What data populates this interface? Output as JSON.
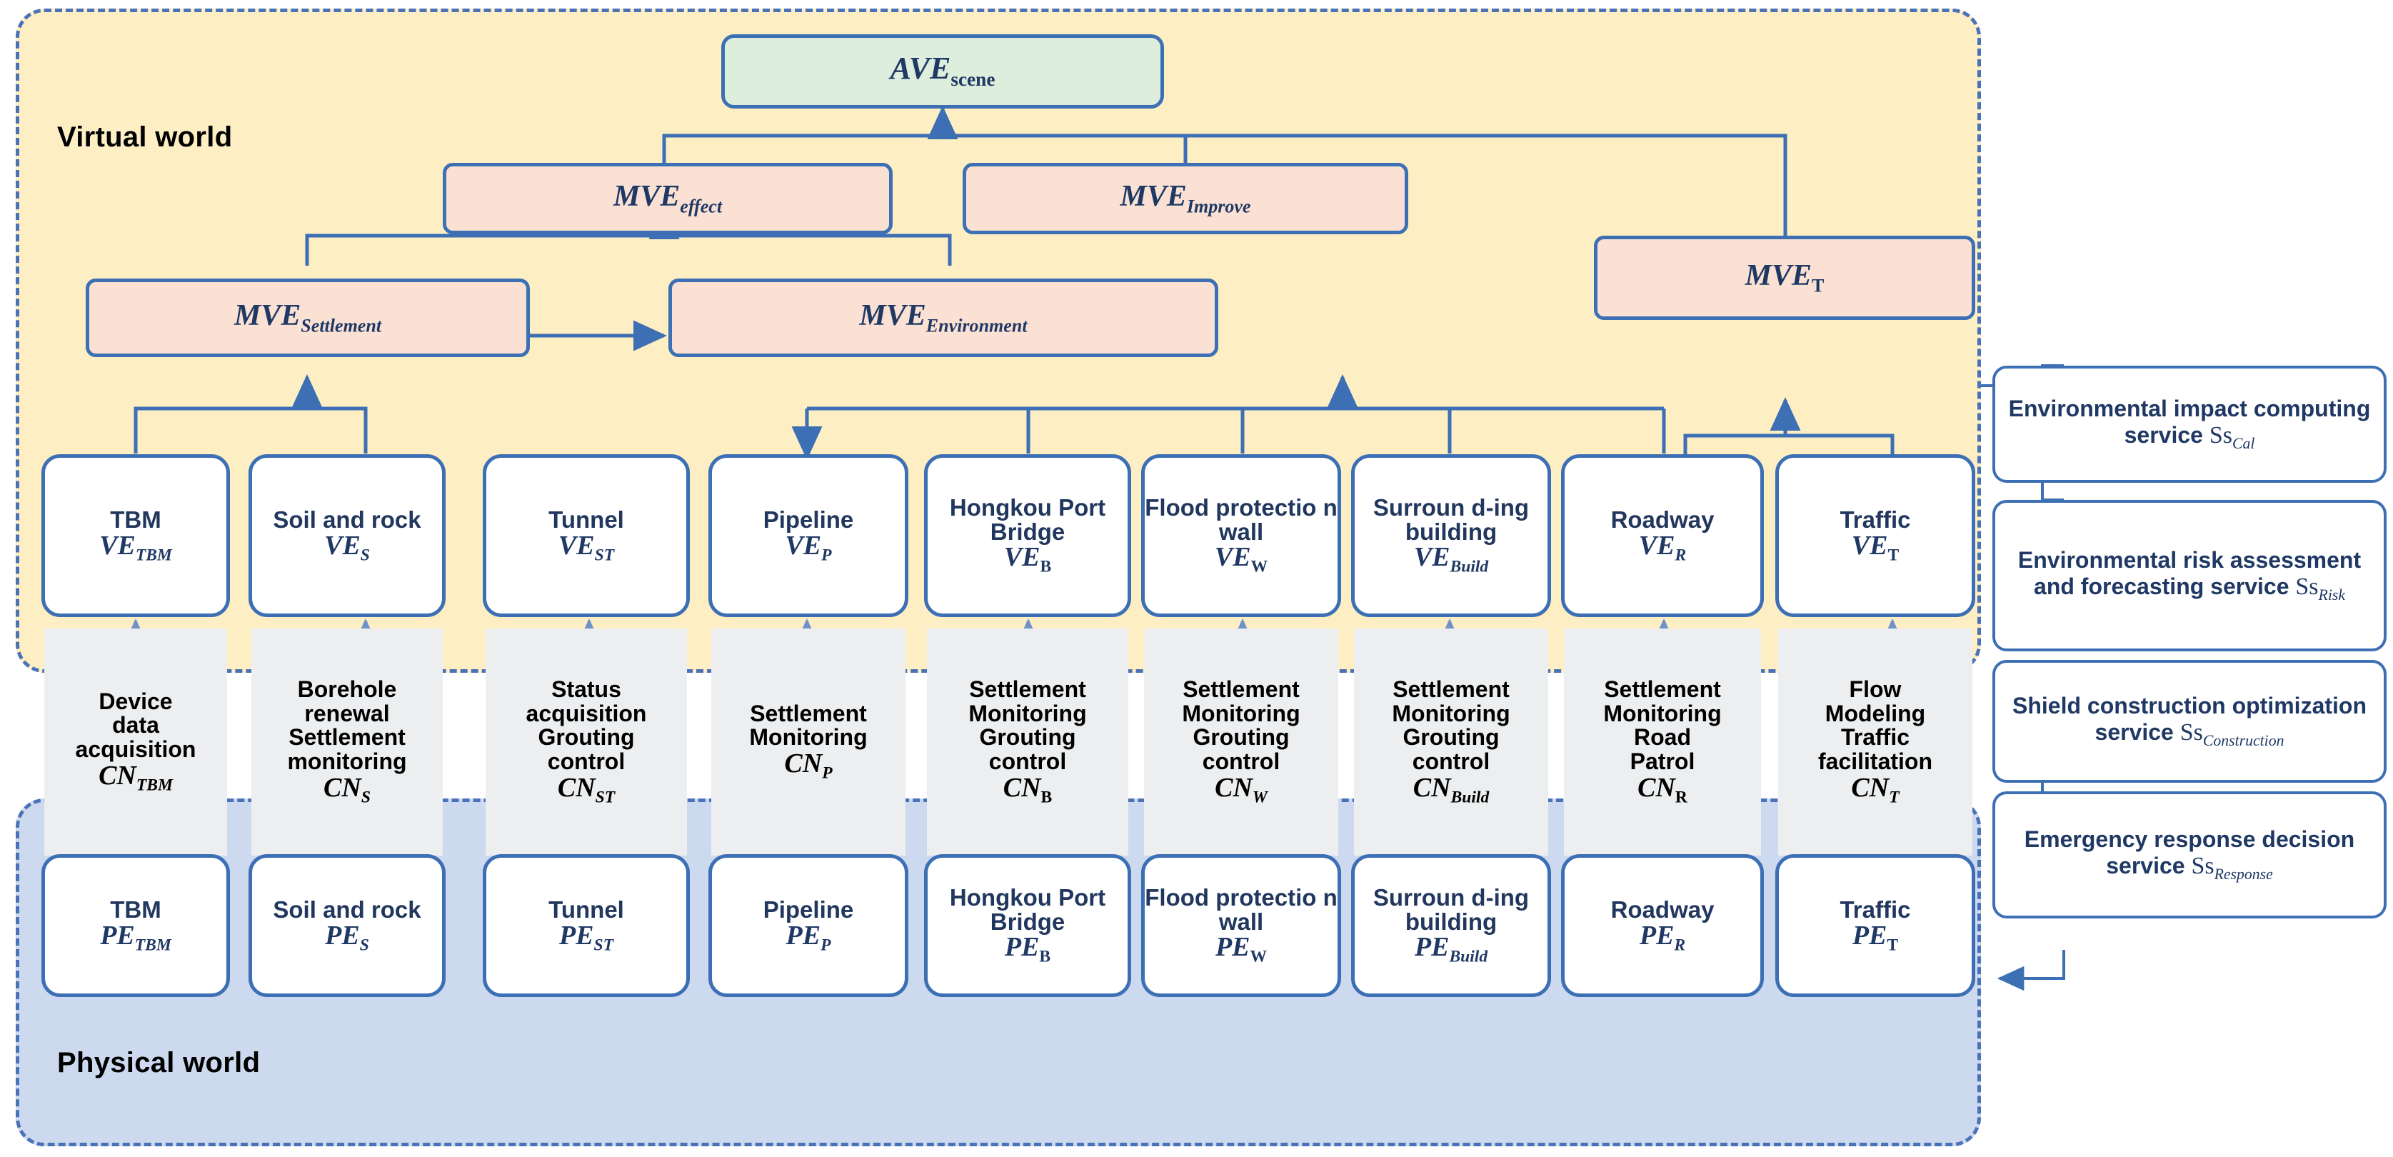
{
  "worlds": {
    "virtual_label": "Virtual world",
    "physical_label": "Physical world"
  },
  "colors": {
    "virtual_bg": "#fdeec4",
    "physical_bg": "#ccd9ef",
    "border_blue": "#3d6fb4",
    "ave_bg": "#ddeedd",
    "mve_bg": "#fae1d4",
    "node_bg": "#ffffff",
    "cn_bg": "#eceef0",
    "text_navy": "#1f3864"
  },
  "top": {
    "ave": {
      "base": "AVE",
      "sub": "scene",
      "sub_style": "upright"
    }
  },
  "mve_row1": [
    {
      "base": "MVE",
      "sub": "effect",
      "sub_style": "italic"
    },
    {
      "base": "MVE",
      "sub": "Improve",
      "sub_style": "italic"
    }
  ],
  "mve_row2": [
    {
      "base": "MVE",
      "sub": "Settlement",
      "sub_style": "italic"
    },
    {
      "base": "MVE",
      "sub": "Environment",
      "sub_style": "italic"
    },
    {
      "base": "MVE",
      "sub": "T",
      "sub_style": "upright"
    }
  ],
  "columns": [
    {
      "ve_title": "TBM",
      "ve_sym": {
        "base": "VE",
        "sub": "TBM",
        "sub_style": "italic"
      },
      "cn_lines": [
        "Device",
        "data",
        "acquisition"
      ],
      "cn_sym": {
        "base": "CN",
        "sub": "TBM",
        "sub_style": "italic"
      },
      "pe_title": "TBM",
      "pe_sym": {
        "base": "PE",
        "sub": "TBM",
        "sub_style": "italic"
      }
    },
    {
      "ve_title": "Soil and rock",
      "ve_sym": {
        "base": "VE",
        "sub": "S",
        "sub_style": "italic"
      },
      "cn_lines": [
        "Borehole",
        "renewal",
        "Settlement",
        "monitoring"
      ],
      "cn_sym": {
        "base": "CN",
        "sub": "S",
        "sub_style": "italic"
      },
      "pe_title": "Soil and rock",
      "pe_sym": {
        "base": "PE",
        "sub": "S",
        "sub_style": "italic"
      }
    },
    {
      "ve_title": "Tunnel",
      "ve_sym": {
        "base": "VE",
        "sub": "ST",
        "sub_style": "italic"
      },
      "cn_lines": [
        "Status",
        "acquisition",
        "Grouting",
        "control"
      ],
      "cn_sym": {
        "base": "CN",
        "sub": "ST",
        "sub_style": "italic"
      },
      "pe_title": "Tunnel",
      "pe_sym": {
        "base": "PE",
        "sub": "ST",
        "sub_style": "italic"
      }
    },
    {
      "ve_title": "Pipeline",
      "ve_sym": {
        "base": "VE",
        "sub": "P",
        "sub_style": "italic"
      },
      "cn_lines": [
        "Settlement",
        "Monitoring"
      ],
      "cn_sym": {
        "base": "CN",
        "sub": "P",
        "sub_style": "italic"
      },
      "pe_title": "Pipeline",
      "pe_sym": {
        "base": "PE",
        "sub": "P",
        "sub_style": "italic"
      }
    },
    {
      "ve_title": "Hongkou Port Bridge",
      "ve_sym": {
        "base": "VE",
        "sub": "B",
        "sub_style": "upright"
      },
      "cn_lines": [
        "Settlement",
        "Monitoring",
        "Grouting",
        "control"
      ],
      "cn_sym": {
        "base": "CN",
        "sub": "B",
        "sub_style": "upright"
      },
      "pe_title": "Hongkou Port Bridge",
      "pe_sym": {
        "base": "PE",
        "sub": "B",
        "sub_style": "upright"
      }
    },
    {
      "ve_title": "Flood protectio n wall",
      "ve_sym": {
        "base": "VE",
        "sub": "W",
        "sub_style": "upright"
      },
      "cn_lines": [
        "Settlement",
        "Monitoring",
        "Grouting",
        "control"
      ],
      "cn_sym": {
        "base": "CN",
        "sub": "W",
        "sub_style": "italic"
      },
      "pe_title": "Flood protectio n wall",
      "pe_sym": {
        "base": "PE",
        "sub": "W",
        "sub_style": "upright"
      }
    },
    {
      "ve_title": "Surroun d-ing building",
      "ve_sym": {
        "base": "VE",
        "sub": "Build",
        "sub_style": "italic"
      },
      "cn_lines": [
        "Settlement",
        "Monitoring",
        "Grouting",
        "control"
      ],
      "cn_sym": {
        "base": "CN",
        "sub": "Build",
        "sub_style": "italic"
      },
      "pe_title": "Surroun d-ing building",
      "pe_sym": {
        "base": "PE",
        "sub": "Build",
        "sub_style": "italic"
      }
    },
    {
      "ve_title": "Roadway",
      "ve_sym": {
        "base": "VE",
        "sub": "R",
        "sub_style": "italic"
      },
      "cn_lines": [
        "Settlement",
        "Monitoring",
        "Road",
        "Patrol"
      ],
      "cn_sym": {
        "base": "CN",
        "sub": "R",
        "sub_style": "upright"
      },
      "pe_title": "Roadway",
      "pe_sym": {
        "base": "PE",
        "sub": "R",
        "sub_style": "italic"
      }
    },
    {
      "ve_title": "Traffic",
      "ve_sym": {
        "base": "VE",
        "sub": "T",
        "sub_style": "upright"
      },
      "cn_lines": [
        "Flow",
        "Modeling",
        "Traffic",
        "facilitation"
      ],
      "cn_sym": {
        "base": "CN",
        "sub": "T",
        "sub_style": "italic"
      },
      "pe_title": "Traffic",
      "pe_sym": {
        "base": "PE",
        "sub": "T",
        "sub_style": "upright"
      }
    }
  ],
  "services": [
    {
      "text": "Environmental impact computing service ",
      "ss_base": "Ss",
      "ss_sub": "Cal"
    },
    {
      "text": "Environmental risk assessment and forecasting service ",
      "ss_base": "Ss",
      "ss_sub": "Risk"
    },
    {
      "text": "Shield construction optimization service ",
      "ss_base": "Ss",
      "ss_sub": "Construction"
    },
    {
      "text": "Emergency response decision service ",
      "ss_base": "Ss",
      "ss_sub": "Response"
    }
  ]
}
